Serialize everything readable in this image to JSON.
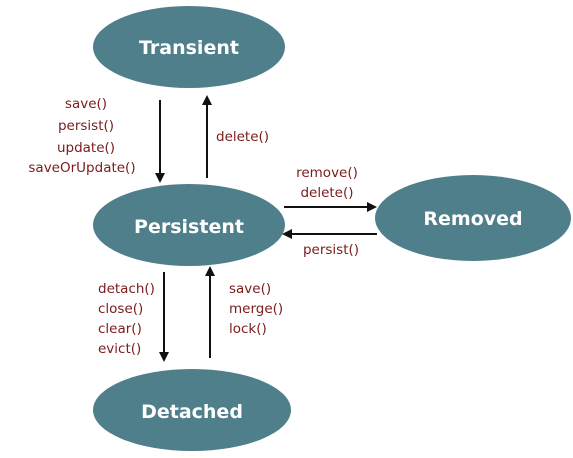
{
  "diagram": {
    "colors": {
      "node_fill": "#4f7f8a",
      "node_text": "#ffffff",
      "method_text": "#7a1c1c",
      "arrow": "#111111"
    },
    "states": {
      "transient": "Transient",
      "persistent": "Persistent",
      "removed": "Removed",
      "detached": "Detached"
    },
    "transitions": {
      "transient_to_persistent": [
        "save()",
        "persist()",
        "update()",
        "saveOrUpdate()"
      ],
      "persistent_to_transient": [
        "delete()"
      ],
      "persistent_to_removed": [
        "remove()",
        "delete()"
      ],
      "removed_to_persistent": [
        "persist()"
      ],
      "persistent_to_detached": [
        "detach()",
        "close()",
        "clear()",
        "evict()"
      ],
      "detached_to_persistent": [
        "save()",
        "merge()",
        "lock()"
      ]
    }
  }
}
